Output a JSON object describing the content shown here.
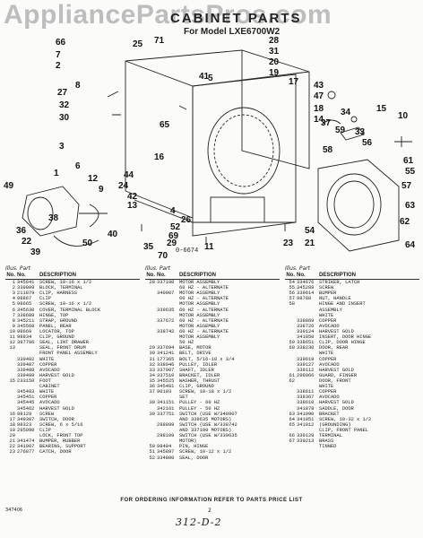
{
  "watermark": "AppliancePartsPros.com",
  "title": "CABINET PARTS",
  "model_line": "For Model LXE6700W2",
  "diagram_number": "0-6674",
  "callouts": [
    "66",
    "7",
    "2",
    "25",
    "71",
    "28",
    "31",
    "20",
    "8",
    "19",
    "43",
    "47",
    "27",
    "18",
    "17",
    "32",
    "14",
    "30",
    "41",
    "15",
    "5",
    "34",
    "65",
    "37",
    "10",
    "59",
    "33",
    "56",
    "61",
    "55",
    "3",
    "16",
    "49",
    "24",
    "42",
    "13",
    "4",
    "26",
    "57",
    "63",
    "38",
    "52",
    "36",
    "22",
    "69",
    "64",
    "62",
    "54",
    "39",
    "29",
    "35",
    "40",
    "70",
    "1",
    "6",
    "58",
    "12",
    "9",
    "11",
    "23",
    "50",
    "44",
    "21"
  ],
  "table": {
    "header_line1": "Illus. Part",
    "header_no": "No.",
    "header_part": "No.",
    "header_desc": "DESCRIPTION",
    "columns": [
      [
        [
          "1",
          "345641",
          "SCREW, 10-16 x 1/2"
        ],
        [
          "2",
          "339009",
          "BLOCK, TERMINAL"
        ],
        [
          "3",
          "211879",
          "CLIP, HARNESS"
        ],
        [
          "4",
          "98867",
          "CLIP"
        ],
        [
          "5",
          "98665",
          "SCREW, 10-16 x 1/2"
        ],
        [
          "6",
          "345630",
          "COVER, TERMINAL BLOCK"
        ],
        [
          "7",
          "338688",
          "HINGE, TOP"
        ],
        [
          "8",
          "345211",
          "STRAP, GROUND"
        ],
        [
          "9",
          "345568",
          "PANEL, REAR"
        ],
        [
          "10",
          "98669",
          "LOCATOR, TOP"
        ],
        [
          "11",
          "98834",
          "CLIP, GROUND"
        ],
        [
          "12",
          "397786",
          "SEAL, LINT DRAWER"
        ],
        [
          "13",
          "",
          "SEAL, FRONT DRUM"
        ],
        [
          "",
          "",
          "FRONT PANEL ASSEMBLY"
        ],
        [
          "",
          "339482",
          "WHITE"
        ],
        [
          "",
          "339487",
          "COPPER"
        ],
        [
          "",
          "339488",
          "AVOCADO"
        ],
        [
          "",
          "339489",
          "HARVEST GOLD"
        ],
        [
          "15",
          "233150",
          "FOOT"
        ],
        [
          "",
          "",
          "CABINET"
        ],
        [
          "",
          "345483",
          "WHITE"
        ],
        [
          "",
          "345451",
          "COPPER"
        ],
        [
          "",
          "345445",
          "AVOCADO"
        ],
        [
          "",
          "345462",
          "HARVEST GOLD"
        ],
        [
          "16",
          "98129",
          "SCREW"
        ],
        [
          "17",
          "349307",
          "SWITCH, DOOR"
        ],
        [
          "18",
          "98323",
          "SCREW, 6 x 5/16"
        ],
        [
          "19",
          "295098",
          "CLIP"
        ],
        [
          "20",
          "",
          "LOCK, FRONT TOP"
        ],
        [
          "21",
          "341474",
          "BUMPER, RUBBER"
        ],
        [
          "22",
          "341907",
          "BEARING, SUPPORT"
        ],
        [
          "23",
          "276877",
          "CATCH, DOOR"
        ]
      ],
      [
        [
          "28",
          "337100",
          "MOTOR ASSEMBLY"
        ],
        [
          "",
          "",
          "60 HZ - ALTERNATE"
        ],
        [
          "",
          "340907",
          "MOTOR ASSEMBLY"
        ],
        [
          "",
          "",
          "60 HZ - ALTERNATE"
        ],
        [
          "",
          "",
          "MOTOR ASSEMBLY"
        ],
        [
          "",
          "339635",
          "60 HZ - ALTERNATE"
        ],
        [
          "",
          "",
          "MOTOR ASSEMBLY"
        ],
        [
          "",
          "337672",
          "60 HZ - ALTERNATE"
        ],
        [
          "",
          "",
          "MOTOR ASSEMBLY"
        ],
        [
          "",
          "338742",
          "60 HZ - ALTERNATE"
        ],
        [
          "",
          "",
          "MOTOR ASSEMBLY"
        ],
        [
          "",
          "",
          "50 HZ"
        ],
        [
          "29",
          "337694",
          "BASE, MOTOR"
        ],
        [
          "30",
          "341241",
          "BELT, DRIVE"
        ],
        [
          "31",
          "177365",
          "BOLT, 5/16-18 x 3/4"
        ],
        [
          "32",
          "338946",
          "PULLEY, IDLER"
        ],
        [
          "33",
          "337907",
          "SHAFT, IDLER"
        ],
        [
          "34",
          "337510",
          "BRACKET, IDLER"
        ],
        [
          "35",
          "345525",
          "WASHER, THRUST"
        ],
        [
          "36",
          "345481",
          "CLIP, GROUND"
        ],
        [
          "37",
          "90193",
          "SCREW, 10-18 x 1/2"
        ],
        [
          "",
          "",
          "SET"
        ],
        [
          "38",
          "341151",
          "PULLEY - 60 HZ"
        ],
        [
          "",
          "342161",
          "PULLEY - 50 HZ"
        ],
        [
          "39",
          "337751",
          "SWITCH (USE W/340907"
        ],
        [
          "",
          "",
          "AND 339635 MOTORS)"
        ],
        [
          "",
          "298099",
          "SWITCH (USE W/338742"
        ],
        [
          "",
          "",
          "AND 337100 MOTORS)"
        ],
        [
          "",
          "298109",
          "SWITCH (USE W/339635"
        ],
        [
          "",
          "",
          "MOTOR)"
        ],
        [
          "50",
          "98404",
          "PIN, HINGE"
        ],
        [
          "51",
          "345897",
          "SCREW, 10-12 x 1/2"
        ],
        [
          "52",
          "334800",
          "SEAL, DOOR"
        ]
      ],
      [
        [
          "54",
          "334676",
          "STRIKER, LATCH"
        ],
        [
          "55",
          "345289",
          "SCREW"
        ],
        [
          "56",
          "339614",
          "BUMPER"
        ],
        [
          "57",
          "98788",
          "NUT, HANDLE"
        ],
        [
          "58",
          "",
          "HINGE AND INSERT"
        ],
        [
          "",
          "",
          "ASSEMBLY"
        ],
        [
          "",
          "",
          "WHITE"
        ],
        [
          "",
          "338869",
          "COPPER"
        ],
        [
          "",
          "338726",
          "AVOCADO"
        ],
        [
          "",
          "339124",
          "HARVEST GOLD"
        ],
        [
          "",
          "341850",
          "INSERT, DOOR HINGE"
        ],
        [
          "59",
          "338651",
          "CLIP, DOOR HINGE"
        ],
        [
          "60",
          "338230",
          "DOOR, REAR"
        ],
        [
          "",
          "",
          "WHITE"
        ],
        [
          "",
          "339619",
          "COPPER"
        ],
        [
          "",
          "339127",
          "AVOCADO"
        ],
        [
          "",
          "339112",
          "HARVEST GOLD"
        ],
        [
          "61",
          "298966",
          "GUARD, FINGER"
        ],
        [
          "62",
          "",
          "DOOR, FRONT"
        ],
        [
          "",
          "",
          "WHITE"
        ],
        [
          "",
          "338611",
          "COPPER"
        ],
        [
          "",
          "338367",
          "AVOCADO"
        ],
        [
          "",
          "338610",
          "HARVEST GOLD"
        ],
        [
          "",
          "341878",
          "SADDLE, DOOR"
        ],
        [
          "63",
          "341990",
          "BRACKET"
        ],
        [
          "64",
          "341051",
          "SCREW, 10-32 x 1/2"
        ],
        [
          "65",
          "341012",
          "(GROUNDING)"
        ],
        [
          "",
          "",
          "CLIP, FRONT PANEL"
        ],
        [
          "66",
          "339129",
          "TERMINAL"
        ],
        [
          "67",
          "339213",
          "BRASS"
        ],
        [
          "",
          "",
          "TINNED"
        ]
      ]
    ]
  },
  "footer_note": "FOR ORDERING INFORMATION REFER TO PARTS PRICE LIST",
  "page_number": "2",
  "form_code": "347406",
  "handwritten_note": "312-D-2"
}
